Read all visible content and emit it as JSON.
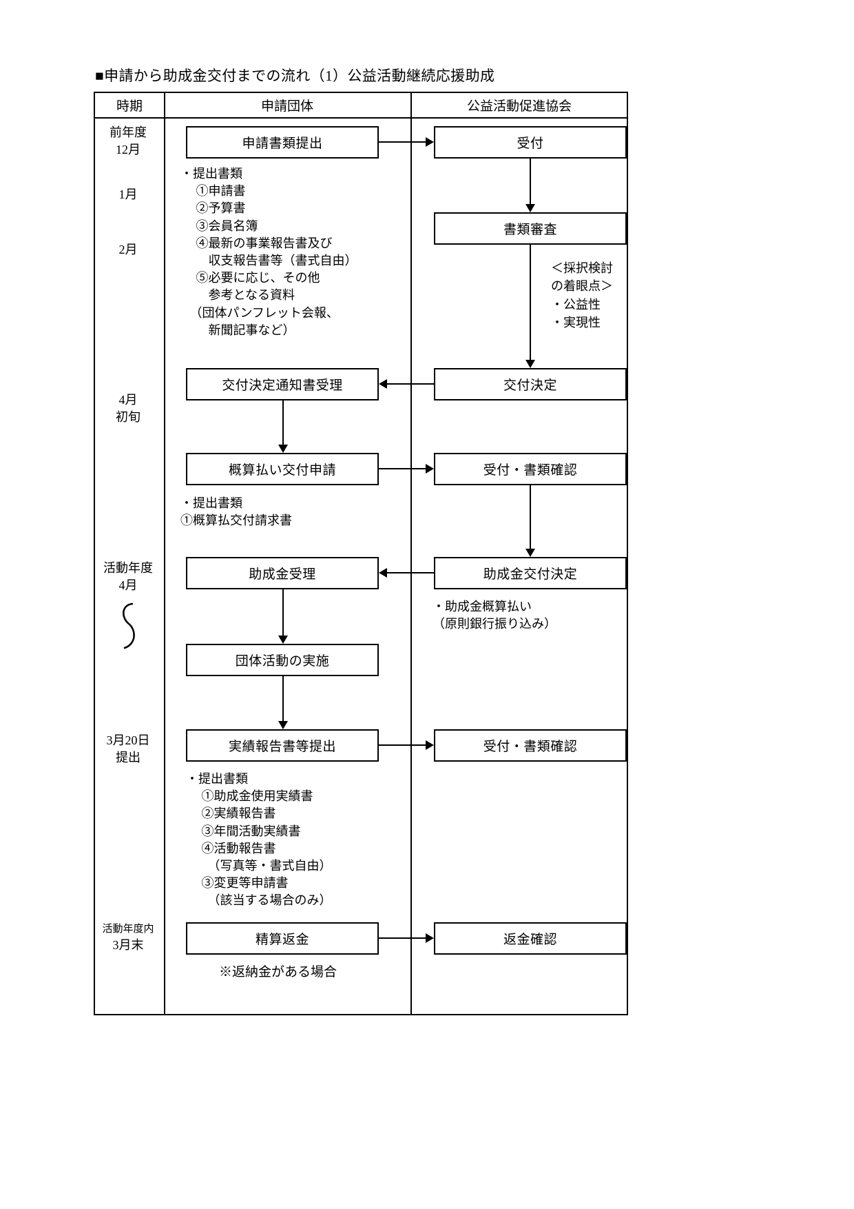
{
  "document": {
    "title": "■申請から助成金交付までの流れ（1）公益活動継続応援助成"
  },
  "table": {
    "headers": {
      "period": "時期",
      "applicant": "申請団体",
      "association": "公益活動促進協会"
    }
  },
  "periods": {
    "p1_line1": "前年度",
    "p1_line2": "12月",
    "p2": "1月",
    "p3": "2月",
    "p4_line1": "4月",
    "p4_line2": "初旬",
    "p5_line1": "活動年度",
    "p5_line2": "4月",
    "p5_squiggle": "〜",
    "p6_line1": "3月20日",
    "p6_line2": "提出",
    "p7_line1": "活動年度内",
    "p7_line2": "3月末"
  },
  "applicant_nodes": {
    "n1": "申請書類提出",
    "n2": "交付決定通知書受理",
    "n3": "概算払い交付申請",
    "n4": "助成金受理",
    "n5": "団体活動の実施",
    "n6": "実績報告書等提出",
    "n7": "精算返金"
  },
  "association_nodes": {
    "m1": "受付",
    "m2": "書類審査",
    "m3": "交付決定",
    "m4": "受付・書類確認",
    "m5": "助成金交付決定",
    "m6": "受付・書類確認",
    "m7": "返金確認"
  },
  "applicant_notes": {
    "docs1": "・提出書類\n 　①申請書\n 　②予算書\n 　③会員名簿\n 　④最新の事業報告書及び\n 　　収支報告書等（書式自由）\n 　⑤必要に応じ、その他\n 　　参考となる資料\n 　（団体パンフレット会報、\n 　　新聞記事など）",
    "docs2": "・提出書類\n①概算払交付請求書",
    "docs3": "・提出書類\n 　①助成金使用実績書\n 　②実績報告書\n 　③年間活動実績書\n 　④活動報告書\n 　　（写真等・書式自由）\n 　③変更等申請書\n 　　（該当する場合のみ）",
    "refund_note": "※返納金がある場合"
  },
  "association_notes": {
    "review_criteria": "＜採択検討\nの着眼点＞\n・公益性\n・実現性",
    "payment_note": "・助成金概算払い\n（原則銀行振り込み）"
  },
  "colors": {
    "ink": "#000000",
    "paper": "#ffffff"
  }
}
